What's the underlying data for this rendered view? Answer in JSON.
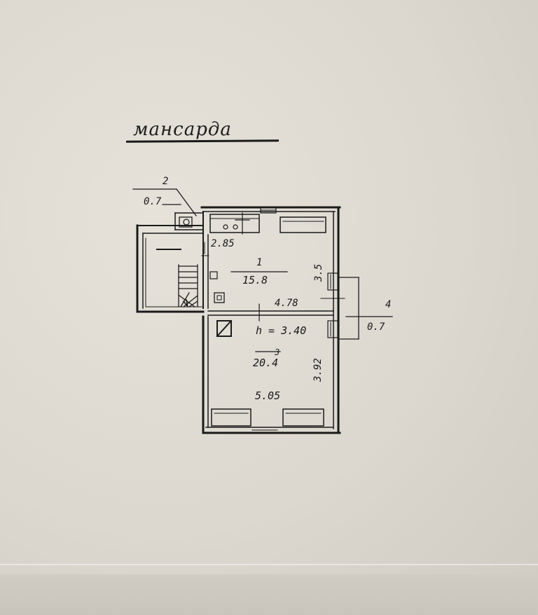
{
  "title": "мансарда",
  "rooms": [
    {
      "number": "1",
      "area": "15.8"
    },
    {
      "number": "2",
      "area": "0.7"
    },
    {
      "number": "3",
      "area": "20.4"
    },
    {
      "number": "4",
      "area": "0.7"
    }
  ],
  "dimensions": {
    "room1_top": "2.85",
    "room1_side": "3.5",
    "room1_bottom": "4.78",
    "height": "h = 3.40",
    "room3_side": "3.92",
    "room3_bottom": "5.05"
  },
  "colors": {
    "ink": "#1a1a1a",
    "paper": "#dcd8d0"
  }
}
